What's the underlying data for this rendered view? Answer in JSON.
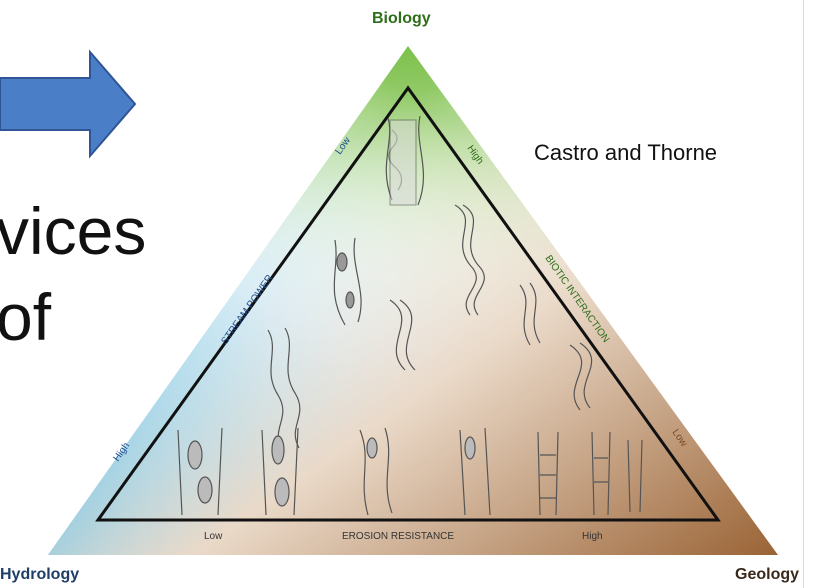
{
  "slide": {
    "title_fragment_1": "vices",
    "title_fragment_2": "of",
    "credit": "Castro and Thorne"
  },
  "diagram": {
    "vertices": {
      "top": "Biology",
      "left": "Hydrology",
      "right": "Geology"
    },
    "edges": {
      "left": {
        "label": "STREAM POWER",
        "low": "Low",
        "high": "High"
      },
      "right": {
        "label": "BIOTIC INTERACTION",
        "high": "High",
        "low": "Low"
      },
      "bottom": {
        "label": "EROSION RESISTANCE",
        "low": "Low",
        "high": "High"
      }
    },
    "colors": {
      "biology": "#6fb33a",
      "hydrology": "#1aa0dc",
      "geology": "#a0683a",
      "biology_text": "#2d6e1a",
      "arrow_fill": "#4a7ec6",
      "arrow_stroke": "#2f5597"
    }
  }
}
